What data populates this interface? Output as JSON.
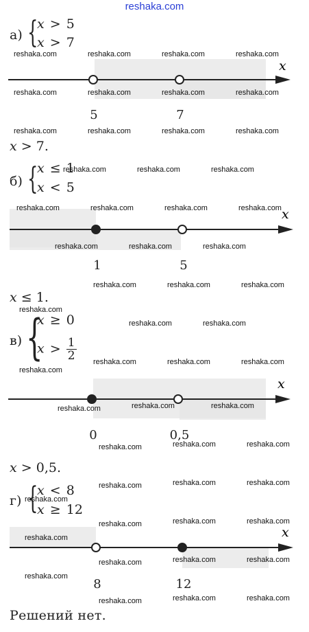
{
  "site_header": "reshaka.com",
  "watermark": "reshaka.com",
  "axis_label": "x",
  "parts": [
    {
      "label": "а)",
      "cond1": {
        "var": "x",
        "rel": ">",
        "val": "5"
      },
      "cond2": {
        "var": "x",
        "rel": ">",
        "val": "7"
      },
      "points": [
        {
          "label": "5",
          "filled": false
        },
        {
          "label": "7",
          "filled": false
        }
      ],
      "answer": {
        "var": "x",
        "rel": ">",
        "val": "7."
      }
    },
    {
      "label": "б)",
      "cond1": {
        "var": "x",
        "rel": "≤",
        "val": "1"
      },
      "cond2": {
        "var": "x",
        "rel": "<",
        "val": "5"
      },
      "points": [
        {
          "label": "1",
          "filled": true
        },
        {
          "label": "5",
          "filled": false
        }
      ],
      "answer": {
        "var": "x",
        "rel": "≤",
        "val": "1."
      }
    },
    {
      "label": "в)",
      "cond1": {
        "var": "x",
        "rel": "≥",
        "val": "0"
      },
      "cond2": {
        "var": "x",
        "rel": ">",
        "num": "1",
        "den": "2"
      },
      "points": [
        {
          "label": "0",
          "filled": true
        },
        {
          "label": "0,5",
          "filled": false
        }
      ],
      "answer": {
        "var": "x",
        "rel": ">",
        "val": "0,5."
      }
    },
    {
      "label": "г)",
      "cond1": {
        "var": "x",
        "rel": "<",
        "val": "8"
      },
      "cond2": {
        "var": "x",
        "rel": "≥",
        "val": "12"
      },
      "points": [
        {
          "label": "8",
          "filled": false
        },
        {
          "label": "12",
          "filled": true
        }
      ],
      "no_solution": "Решений нет."
    }
  ]
}
